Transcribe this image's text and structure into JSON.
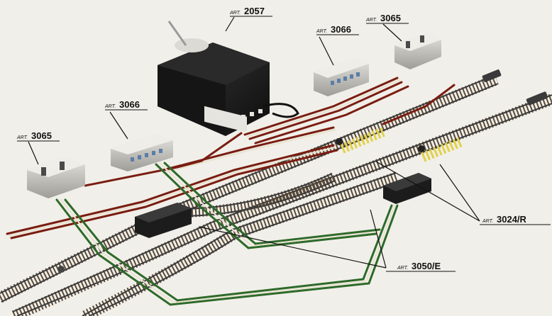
{
  "labels": {
    "transformer": {
      "prefix": "ART.",
      "number": "2057"
    },
    "box_upper_center": {
      "prefix": "ART.",
      "number": "3066"
    },
    "box_upper_right": {
      "prefix": "ART.",
      "number": "3065"
    },
    "box_left": {
      "prefix": "ART.",
      "number": "3065"
    },
    "box_mid_left": {
      "prefix": "ART.",
      "number": "3066"
    },
    "uncoupler": {
      "prefix": "ART.",
      "number": "3024/R"
    },
    "switch_motor": {
      "prefix": "ART.",
      "number": "3050/E"
    }
  },
  "colors": {
    "background": "#f1efe9",
    "wire_red": "#7a1d12",
    "wire_green": "#2d6a2a",
    "wire_cream": "#e8e2cf",
    "rail": "#3b3b3b",
    "tie": "#5a4a38",
    "device_body": "#1c1c1c",
    "control_box": "#c9c7c2",
    "yellow_ties": "#e1d14a"
  }
}
